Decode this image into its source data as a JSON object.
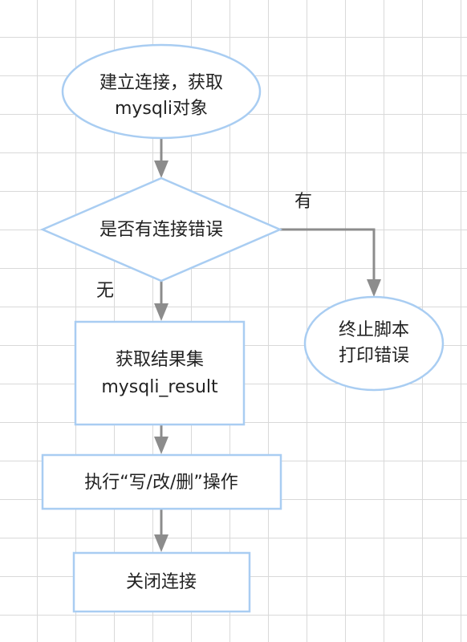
{
  "nodes": {
    "start": {
      "line1": "建立连接，获取",
      "line2": "mysqli对象"
    },
    "decision": {
      "label": "是否有连接错误"
    },
    "get_result": {
      "line1": "获取结果集",
      "line2": "mysqli_result"
    },
    "execute": {
      "label": "执行“写/改/删”操作"
    },
    "close": {
      "label": "关闭连接"
    },
    "terminate": {
      "line1": "终止脚本",
      "line2": "打印错误"
    }
  },
  "edge_labels": {
    "yes": "有",
    "no": "无"
  },
  "colors": {
    "node_stroke": "#a9cdf2",
    "edge": "#8c8c8c",
    "grid": "#d9d9d9"
  }
}
